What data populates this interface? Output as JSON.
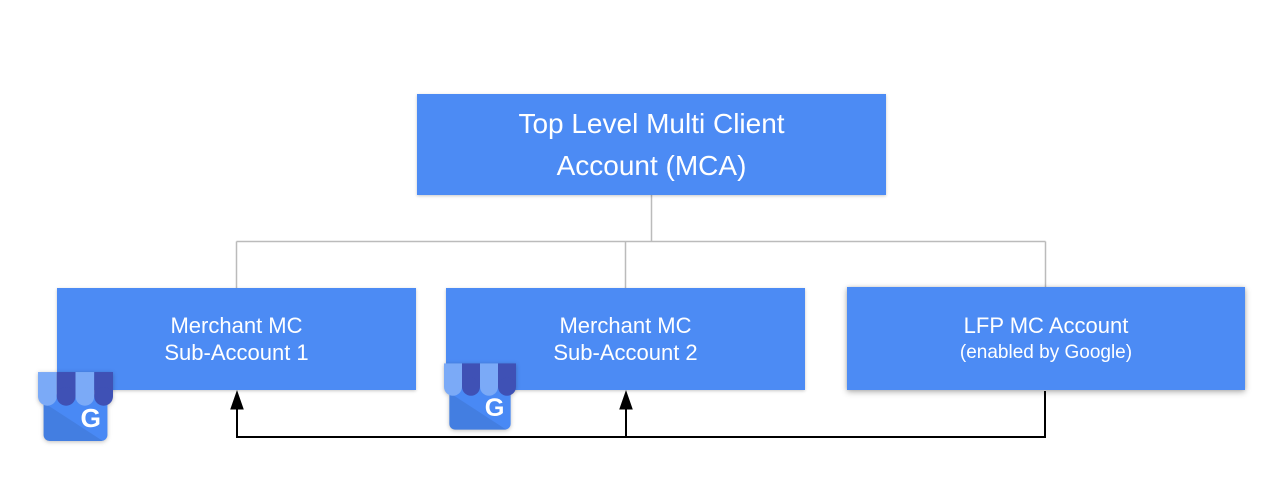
{
  "colors": {
    "node_fill": "#4c8bf4",
    "node_text": "#ffffff",
    "tree_line": "#bbbbbb",
    "arrow_line": "#000000",
    "icon_body": "#4989f5",
    "icon_awning_light": "#7baaf7",
    "icon_awning_dark": "#3f51b5"
  },
  "nodes": {
    "mca": {
      "line1": "Top Level Multi Client",
      "line2": "Account (MCA)"
    },
    "sub1": {
      "line1": "Merchant MC",
      "line2": "Sub-Account 1"
    },
    "sub2": {
      "line1": "Merchant MC",
      "line2": "Sub-Account 2"
    },
    "lfp": {
      "line1": "LFP MC Account",
      "line2": "(enabled by Google)"
    }
  },
  "icons": {
    "business": {
      "letter": "G"
    }
  }
}
